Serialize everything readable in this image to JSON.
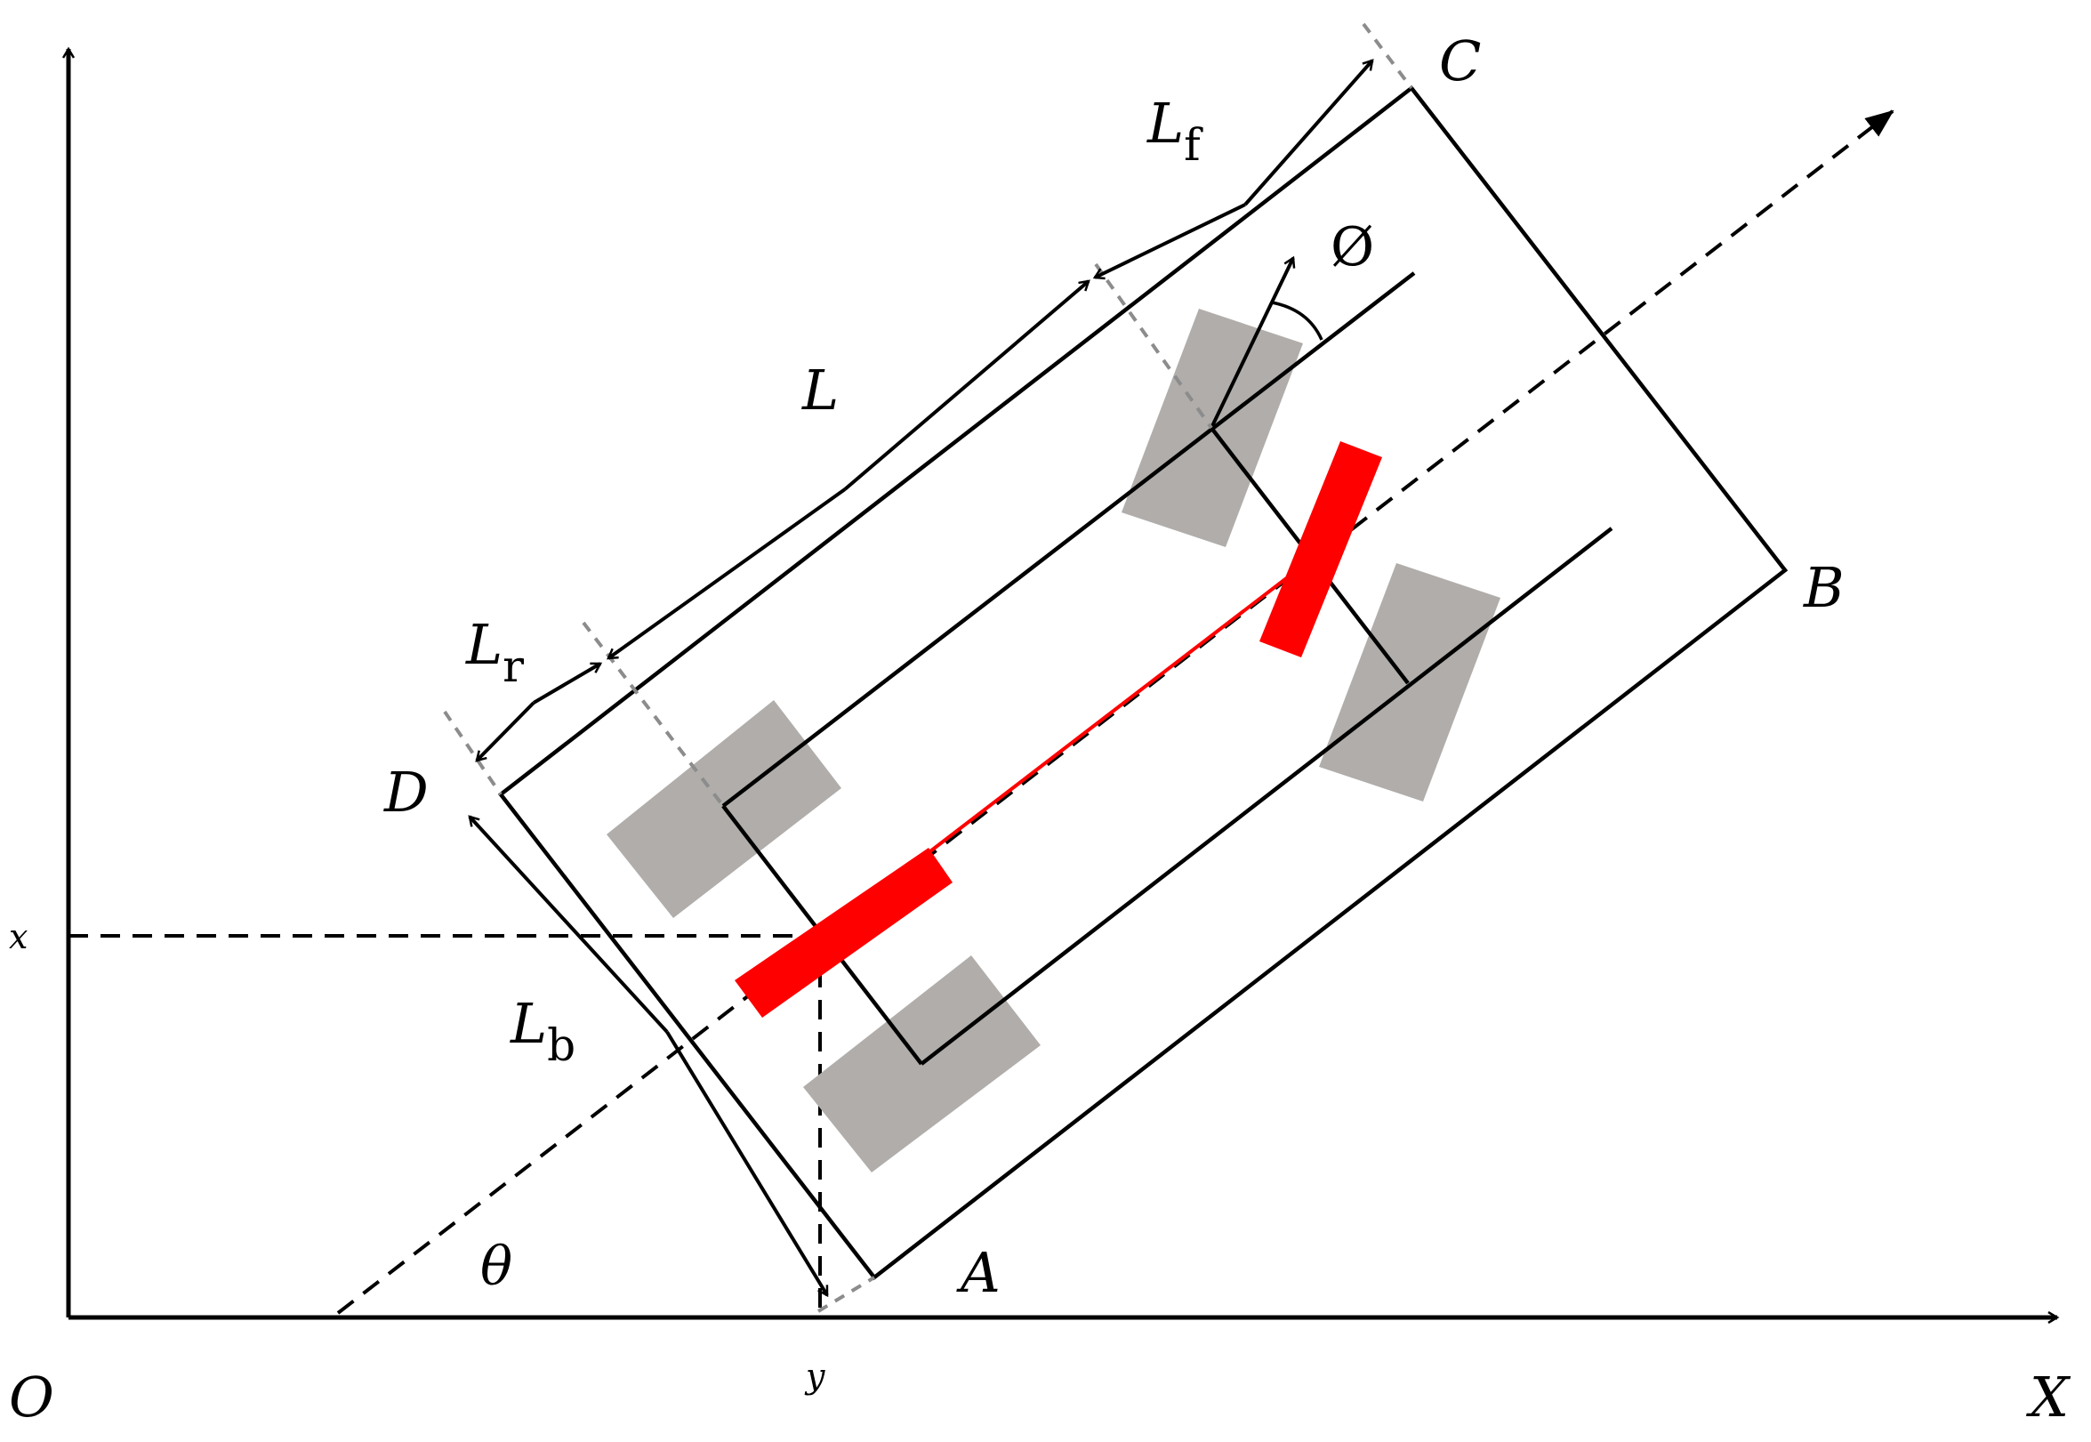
{
  "labels": {
    "origin": "O",
    "x_axis": "X",
    "corner_a": "A",
    "corner_b": "B",
    "corner_c": "C",
    "corner_d": "D",
    "theta": "θ",
    "phi": "Ø",
    "x_coord": "x",
    "y_coord": "y",
    "wheelbase": "L",
    "front_overhang_main": "L",
    "front_overhang_sub": "f",
    "rear_overhang_main": "L",
    "rear_overhang_sub": "r",
    "body_width_main": "L",
    "body_width_sub": "b"
  },
  "colors": {
    "lines": "#000000",
    "guides": "#8c8c8c",
    "wheels": "#b0adab",
    "bicycle_model": "#ff0000"
  }
}
